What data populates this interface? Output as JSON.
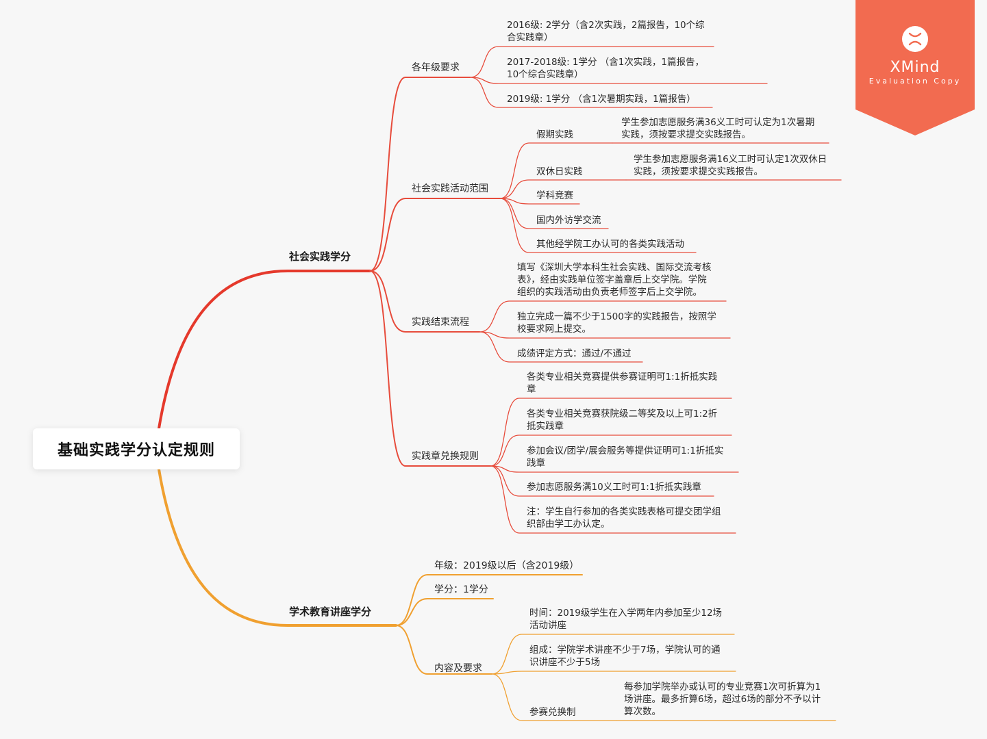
{
  "root": {
    "label": "基础实践学分认定规则"
  },
  "watermark": {
    "brand": "XMind",
    "sub": "Evaluation Copy"
  },
  "colors": {
    "red": "#e74c3c",
    "orange": "#f0a030",
    "watermark": "#f26b50"
  },
  "social": {
    "label": "社会实践学分",
    "grade": {
      "label": "各年级要求",
      "items": [
        "2016级: 2学分（含2次实践，2篇报告，10个综\n合实践章）",
        "2017-2018级: 1学分 （含1次实践，1篇报告，\n10个综合实践章）",
        "2019级: 1学分 （含1次暑期实践，1篇报告）"
      ]
    },
    "scope": {
      "label": "社会实践活动范围",
      "holiday": {
        "label": "假期实践",
        "detail": "学生参加志愿服务满36义工时可认定为1次暑期\n实践，须按要求提交实践报告。"
      },
      "weekend": {
        "label": "双休日实践",
        "detail": "学生参加志愿服务满16义工时可认定1次双休日\n实践，须按要求提交实践报告。"
      },
      "items": [
        "学科竞赛",
        "国内外访学交流",
        "其他经学院工办认可的各类实践活动"
      ]
    },
    "process": {
      "label": "实践结束流程",
      "items": [
        "填写《深圳大学本科生社会实践、国际交流考核\n表》，经由实践单位签字盖章后上交学院。学院\n组织的实践活动由负责老师签字后上交学院。",
        "独立完成一篇不少于1500字的实践报告，按照学\n校要求网上提交。",
        "成绩评定方式：通过/不通过"
      ]
    },
    "exchange": {
      "label": "实践章兑换规则",
      "items": [
        "各类专业相关竞赛提供参赛证明可1:1折抵实践\n章",
        "各类专业相关竞赛获院级二等奖及以上可1:2折\n抵实践章",
        "参加会议/团学/展会服务等提供证明可1:1折抵实\n践章",
        "参加志愿服务满10义工时可1:1折抵实践章",
        "注：学生自行参加的各类实践表格可提交团学组\n织部由学工办认定。"
      ]
    }
  },
  "academic": {
    "label": "学术教育讲座学分",
    "grade": "年级：2019级以后（含2019级）",
    "credit": "学分：1学分",
    "content": {
      "label": "内容及要求",
      "items": [
        "时间：2019级学生在入学两年内参加至少12场\n活动讲座",
        "组成：学院学术讲座不少于7场，学院认可的通\n识讲座不少于5场"
      ],
      "contest": {
        "label": "参赛兑换制",
        "detail": "每参加学院举办或认可的专业竞赛1次可折算为1\n场讲座。最多折算6场，超过6场的部分不予以计\n算次数。"
      }
    }
  }
}
